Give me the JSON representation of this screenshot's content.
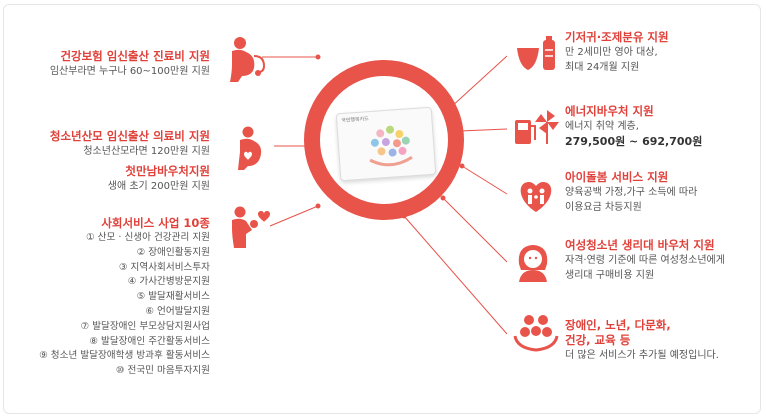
{
  "left": [
    {
      "title": "건강보험 임신출산 진료비 지원",
      "desc": "임산부라면 누구나 60~100만원 지원",
      "icon": "pregnant-woman-stethoscope-icon"
    },
    {
      "title": "청소년산모 임신출산 의료비 지원",
      "desc": "청소년산모라면 120만원 지원",
      "icon": "pregnant-woman-heart-icon"
    },
    {
      "title": "첫만남바우처지원",
      "desc": "생애 초기 200만원 지원"
    },
    {
      "title": "사회서비스 사업 10종",
      "icon": "mother-child-heart-icon",
      "items": [
        "① 산모 · 신생아 건강관리 지원",
        "② 장애인활동지원",
        "③ 지역사회서비스투자",
        "④ 가사간병방문지원",
        "⑤ 발달재활서비스",
        "⑥ 언어발달지원",
        "⑦ 발달장애인 부모상담지원사업",
        "⑧ 발달장애인 주간활동서비스",
        "⑨ 청소년 발달장애학생 방과후 활동서비스",
        "⑩ 전국민 마음투자지원"
      ]
    }
  ],
  "right": [
    {
      "title": "기저귀·조제분유 지원",
      "lines": [
        "만 2세미만 영아 대상,",
        "최대 24개월 지원"
      ],
      "icon": "diaper-bottle-icon"
    },
    {
      "title": "에너지바우처 지원",
      "lines": [
        "에너지 취약 계층,"
      ],
      "strong": "279,500원 ~ 692,700원",
      "icon": "fuel-pinwheel-icon"
    },
    {
      "title": "아이돌봄 서비스 지원",
      "lines": [
        "양육공백 가정,가구 소득에 따라",
        "이용요금 차등지원"
      ],
      "icon": "family-care-icon"
    },
    {
      "title": "여성청소년 생리대 바우처 지원",
      "lines": [
        "자격·연령 기준에 따른 여성청소년에게",
        "생리대 구매비용 지원"
      ],
      "icon": "girl-icon"
    },
    {
      "title": "장애인, 노년, 다문화,",
      "title2": "건강, 교육 등",
      "lines": [
        "더 많은 서비스가 추가될 예정입니다."
      ],
      "icon": "services-hands-icon"
    }
  ],
  "card": {
    "label": "국민행복카드"
  },
  "colors": {
    "accent": "#e0413a",
    "ring": "#e8534a"
  }
}
